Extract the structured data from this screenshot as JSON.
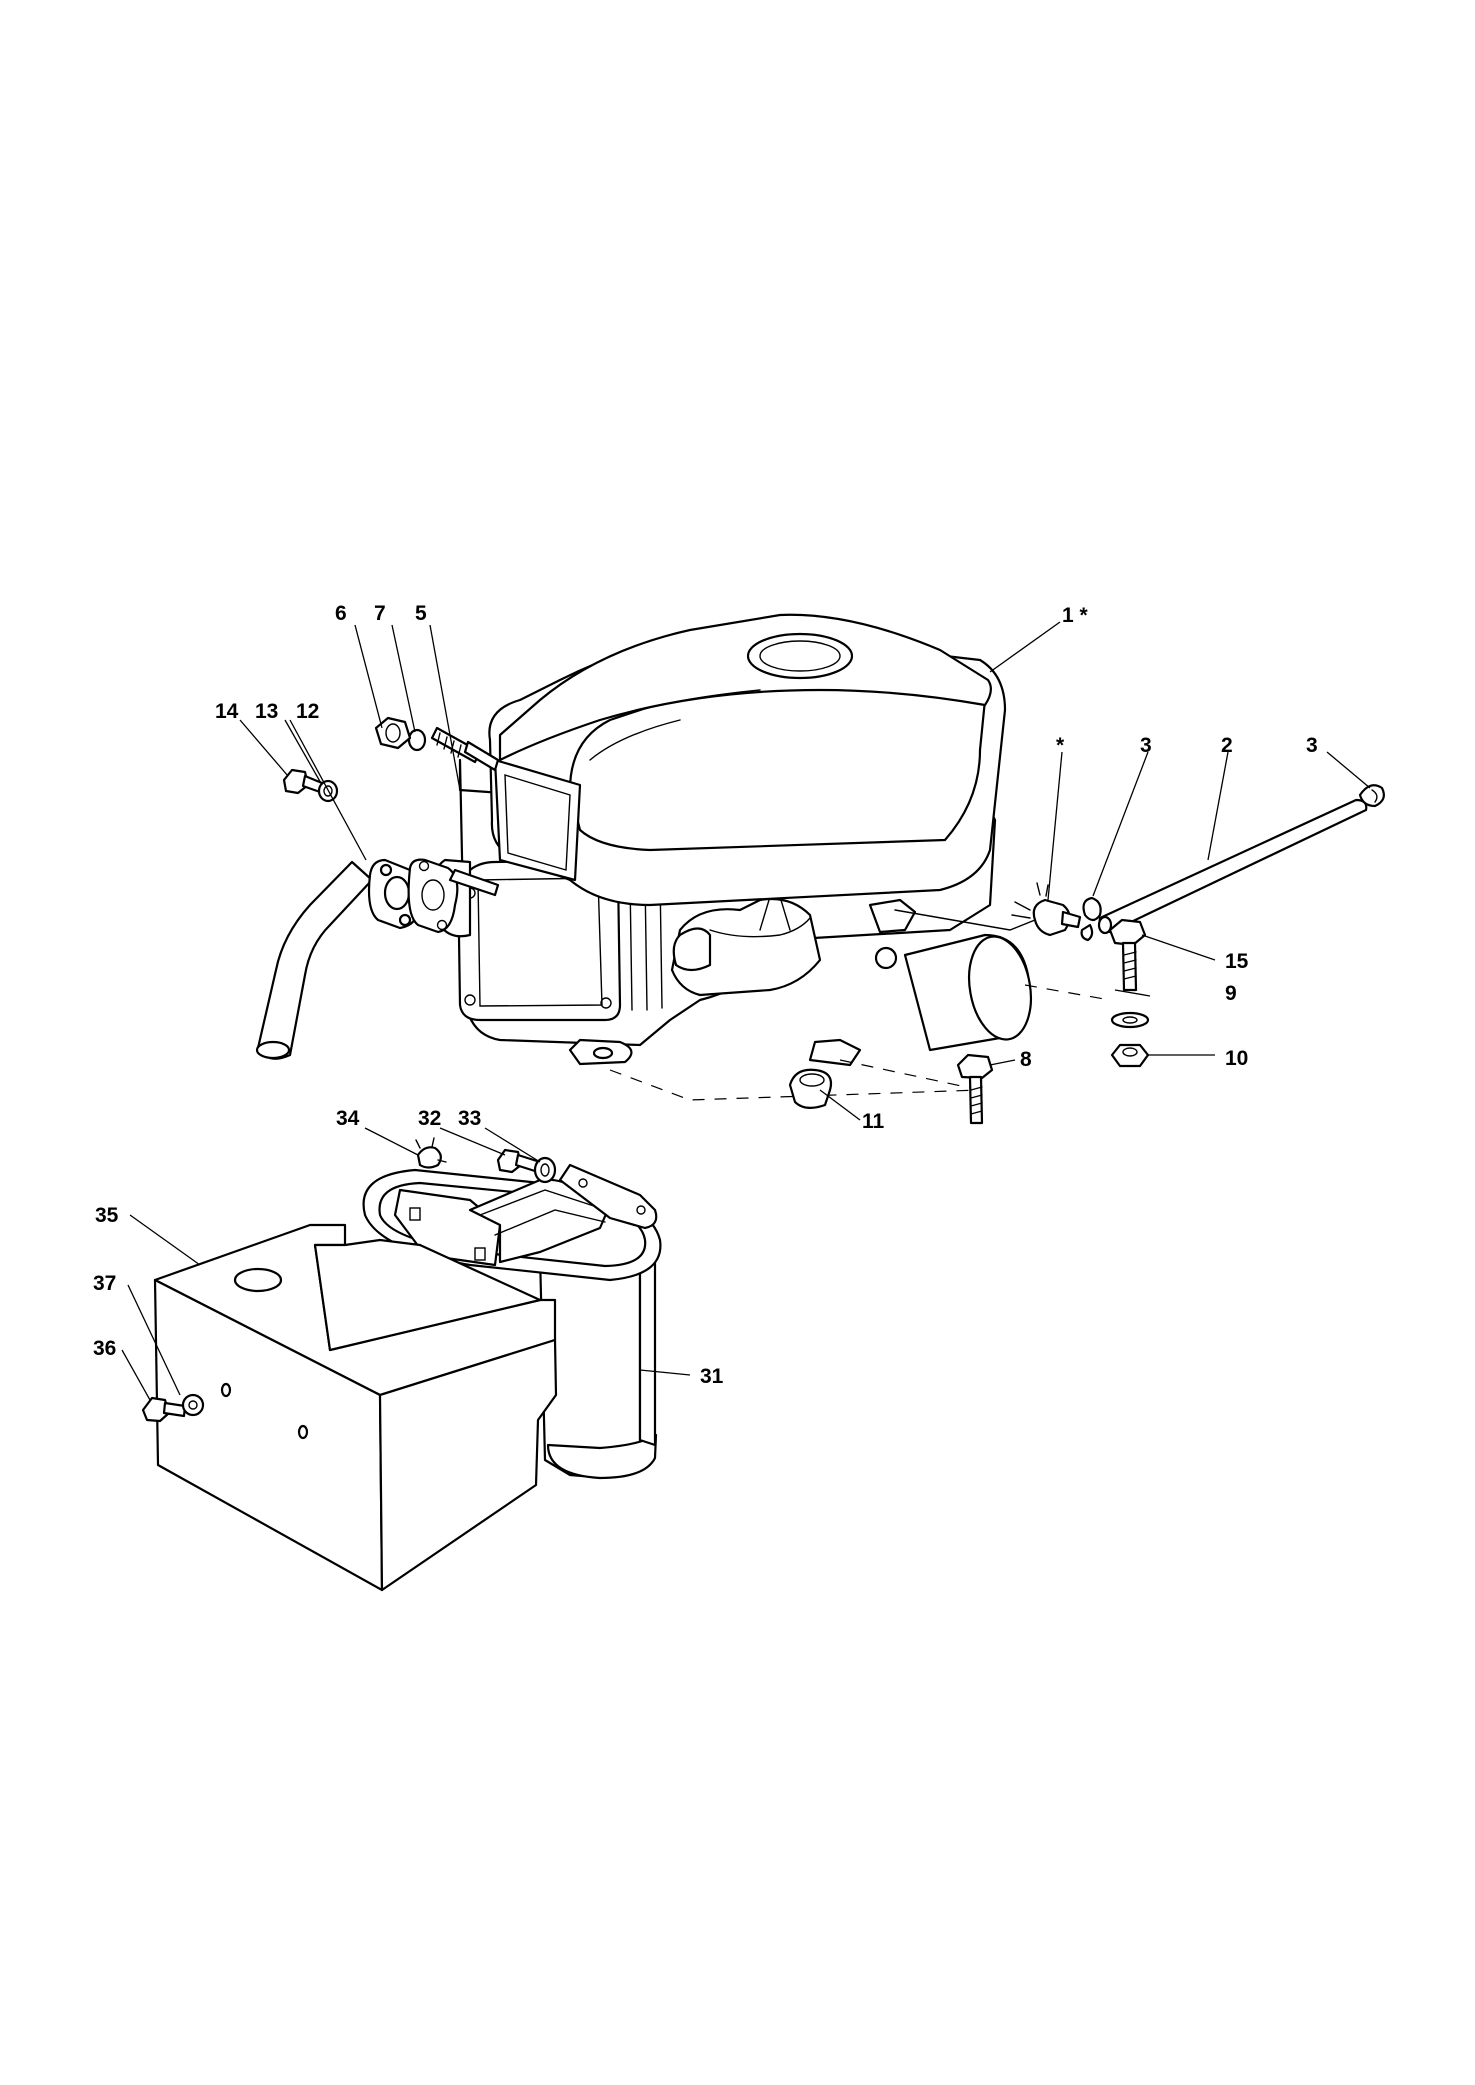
{
  "diagram": {
    "labels": {
      "p1": "1 *",
      "star": "*",
      "p2": "2",
      "p3a": "3",
      "p3b": "3",
      "p5": "5",
      "p6": "6",
      "p7": "7",
      "p8": "8",
      "p9": "9",
      "p10": "10",
      "p11": "11",
      "p12": "12",
      "p13": "13",
      "p14": "14",
      "p15": "15",
      "p31": "31",
      "p32": "32",
      "p33": "33",
      "p34": "34",
      "p35": "35",
      "p36": "36",
      "p37": "37"
    }
  }
}
